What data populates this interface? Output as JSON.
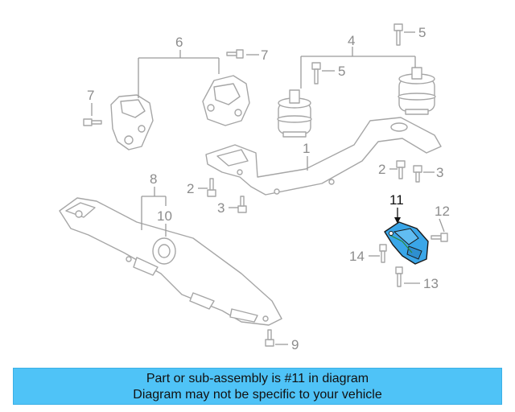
{
  "colors": {
    "part_outline": "#a6a6a6",
    "callout_text": "#8c8c8c",
    "highlight_fill": "#3aa6e8",
    "banner_bg": "#4fc3f7"
  },
  "callouts": {
    "c1": "1",
    "c2a": "2",
    "c2b": "2",
    "c3a": "3",
    "c3b": "3",
    "c4": "4",
    "c5a": "5",
    "c5b": "5",
    "c6": "6",
    "c7a": "7",
    "c7b": "7",
    "c8": "8",
    "c9": "9",
    "c10": "10",
    "c11": "11",
    "c12": "12",
    "c13": "13",
    "c14": "14"
  },
  "highlighted_part": "11",
  "banner": {
    "line1": "Part or sub-assembly is #11 in diagram",
    "line2": "Diagram may not be specific to your vehicle"
  }
}
